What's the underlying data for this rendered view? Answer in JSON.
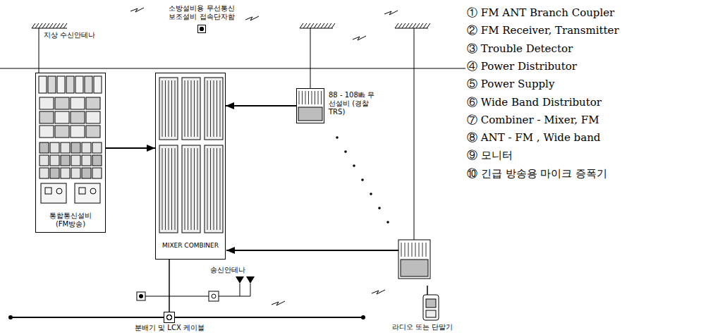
{
  "diagram": {
    "nodes": [
      {
        "text": [
          "소방설비용 무선통신보조설비 접속단자함"
        ]
      },
      {
        "text": [
          "통합통신설비 (FM방송)"
        ]
      },
      {
        "text": [
          "MIXER COMBINER"
        ]
      },
      {
        "text": [
          "88 - 108㎒ 무선설비 (경찰 TRS)"
        ]
      },
      {
        "text": [
          "분배기 및 LCX 케이블"
        ]
      }
    ],
    "edges": [
      {
        "from": 1,
        "to": 2,
        "arrow": "to"
      },
      {
        "from": 3,
        "to": 2,
        "arrow": "to"
      },
      {
        "from": 2,
        "to": 4,
        "arrow": "none"
      }
    ],
    "labels": [
      "지상 수신안테나",
      "송신안테나",
      "라디오 또는 단말기",
      "① FM ANT Branch Coupler",
      "② FM Receiver, Transmitter",
      "③ Trouble Detector",
      "④ Power Distributor",
      "⑤ Power Supply",
      "⑥ Wide Band Distributor",
      "⑦ Combiner - Mixer, FM",
      "⑧ ANT - FM , Wide band",
      "⑨ 모니터",
      "⑩ 긴급 방송용 마이크 증폭기"
    ]
  }
}
